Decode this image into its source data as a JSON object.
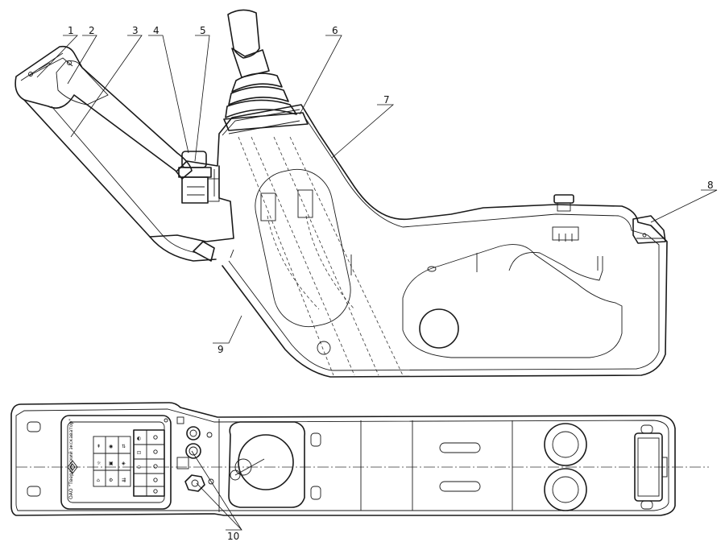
{
  "callouts": [
    {
      "label": "1"
    },
    {
      "label": "2"
    },
    {
      "label": "3"
    },
    {
      "label": "4"
    },
    {
      "label": "5"
    },
    {
      "label": "6"
    },
    {
      "label": "7"
    },
    {
      "label": "8"
    },
    {
      "label": "9"
    },
    {
      "label": "10"
    }
  ],
  "plate_text": "ОАО \"Твердинский экскаватор\"",
  "panel_symbols": [
    "⇞",
    "◉",
    "⇅",
    "☼",
    "▣",
    "◈",
    "⌂",
    "⚙",
    "⇶",
    "◐",
    "⊡",
    "⊖"
  ],
  "colors": {
    "line": "#1a1a1a",
    "background": "#ffffff"
  }
}
